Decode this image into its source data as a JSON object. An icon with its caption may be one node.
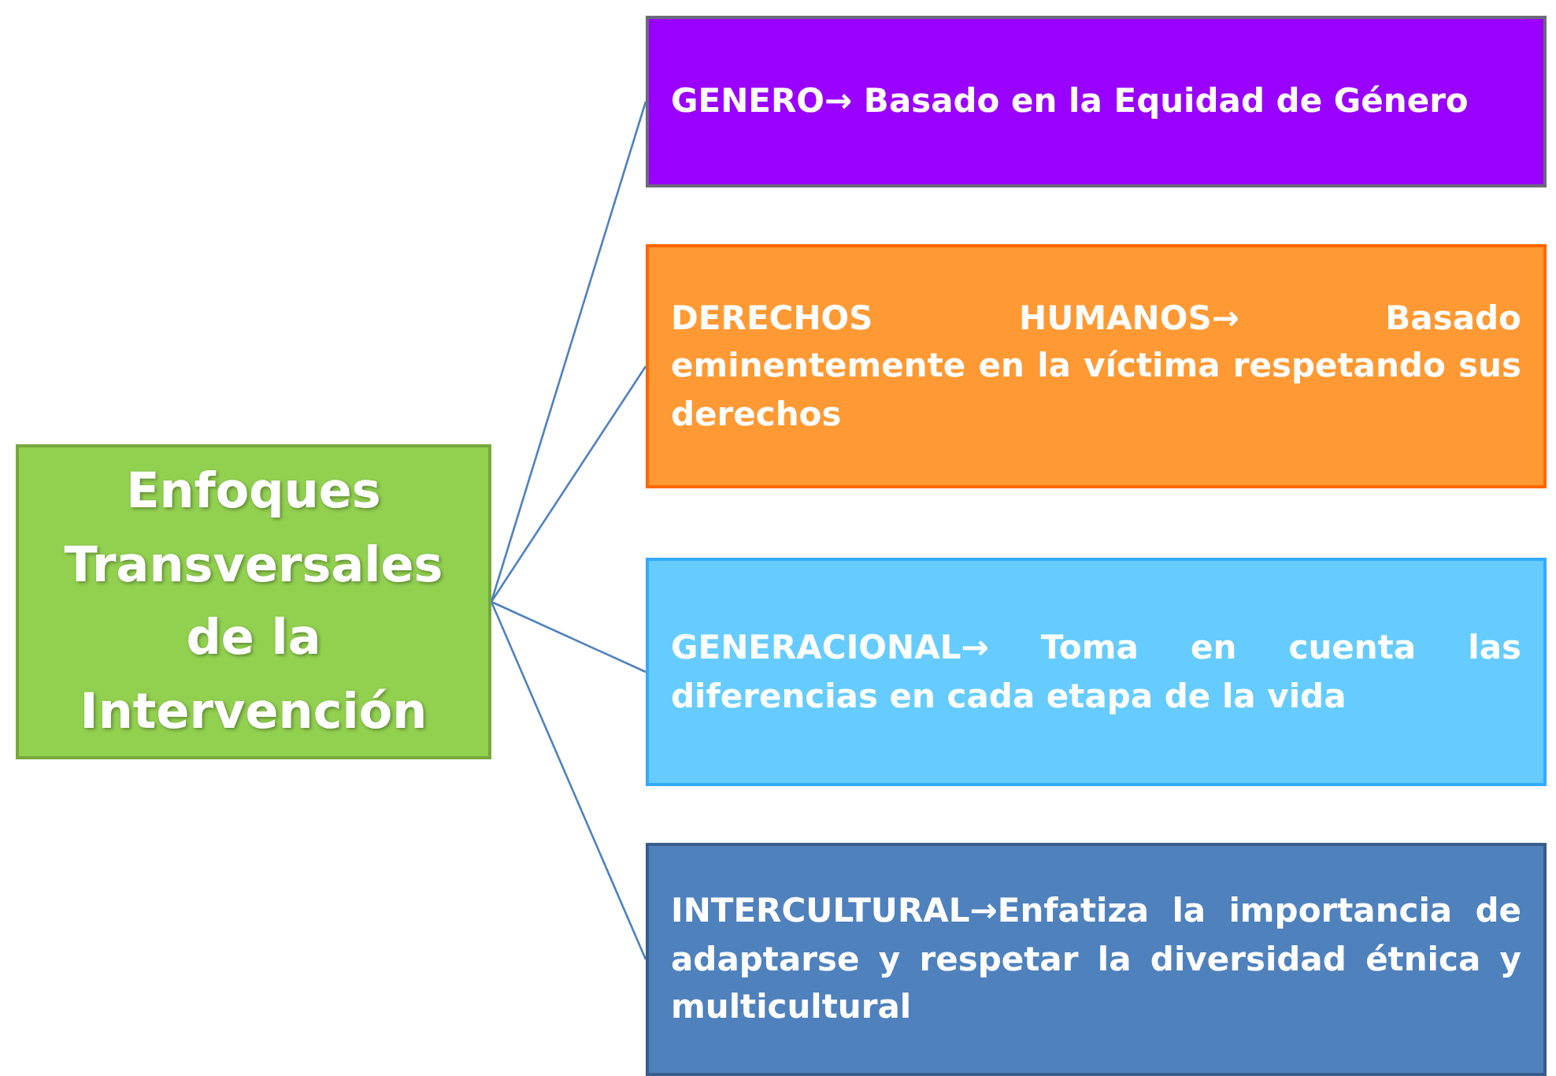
{
  "diagram": {
    "nodes": [
      {
        "text": [
          "Enfoques Transversales de la Intervención"
        ]
      },
      {
        "text": [
          "GENERO→ Basado en la Equidad de Género"
        ]
      },
      {
        "text": [
          "DERECHOS HUMANOS→ Basado eminentemente en la víctima respetando sus derechos"
        ]
      },
      {
        "text": [
          "GENERACIONAL→ Toma en cuenta las diferencias en cada etapa de la vida"
        ]
      },
      {
        "text": [
          "INTERCULTURAL→Enfatiza la importancia de adaptarse y respetar la diversidad étnica y multicultural"
        ]
      }
    ],
    "edges": [
      {
        "from": 0,
        "to": 1,
        "arrow": "none"
      },
      {
        "from": 0,
        "to": 2,
        "arrow": "none"
      },
      {
        "from": 0,
        "to": 3,
        "arrow": "none"
      },
      {
        "from": 0,
        "to": 4,
        "arrow": "none"
      }
    ]
  }
}
